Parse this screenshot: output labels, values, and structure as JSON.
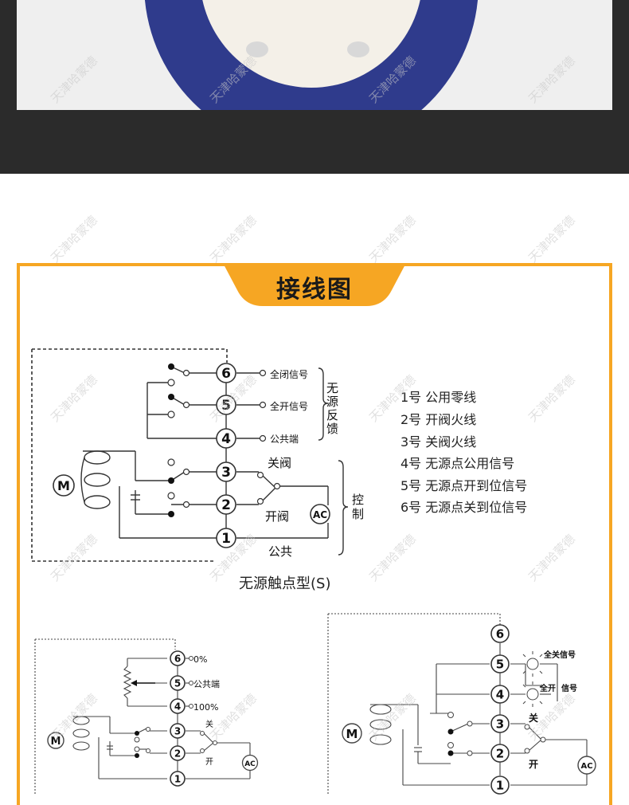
{
  "header_title": "接线图",
  "watermark": "天津哈蒙德",
  "colors": {
    "accent": "#f6a623",
    "dark_band": "#2b2b2b",
    "flange": "#2f3b8c"
  },
  "diagram_s": {
    "terminals": [
      "1",
      "2",
      "3",
      "4",
      "5",
      "6"
    ],
    "motor_label": "M",
    "ac_label": "AC",
    "labels": {
      "full_close_signal": "全闭信号",
      "full_open_signal": "全开信号",
      "common_end": "公共端",
      "close_valve": "关阀",
      "open_valve": "开阀",
      "common": "公共",
      "passive_feedback": [
        "无",
        "源",
        "反",
        "馈"
      ],
      "control": [
        "控",
        "制"
      ]
    },
    "caption": "无源触点型(S)"
  },
  "terminal_legend": [
    "1号  公用零线",
    "2号  开阀火线",
    "3号  关阀火线",
    "4号  无源点公用信号",
    "5号  无源点开到位信号",
    "6号  无源点关到位信号"
  ],
  "diagram_pot": {
    "terminals": [
      "1",
      "2",
      "3",
      "4",
      "5",
      "6"
    ],
    "motor_label": "M",
    "ac_label": "AC",
    "labels": {
      "t6": "0%",
      "t5": "公共端",
      "t4": "100%",
      "close": "关",
      "open": "开"
    }
  },
  "diagram_lamp": {
    "terminals": [
      "1",
      "2",
      "3",
      "4",
      "5",
      "6"
    ],
    "motor_label": "M",
    "ac_label": "AC",
    "labels": {
      "full_close_signal": "全关信号",
      "full_open": "全开",
      "signal": "信号",
      "close": "关",
      "open": "开"
    }
  }
}
